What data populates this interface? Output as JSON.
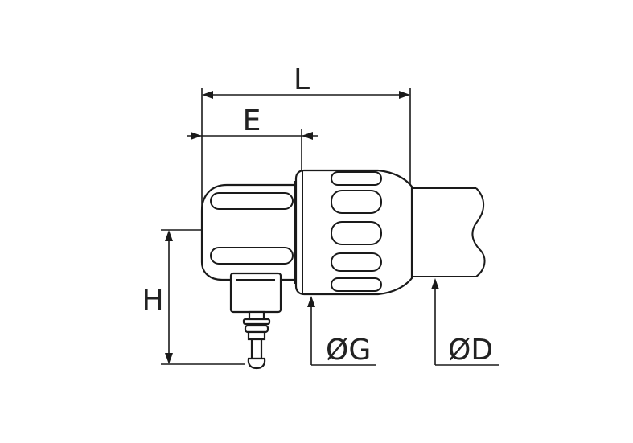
{
  "dimensions": {
    "L": "L",
    "E": "E",
    "H": "H",
    "G": "ØG",
    "D": "ØD"
  },
  "colors": {
    "line": "#1a1a1a",
    "background": "#ffffff"
  }
}
